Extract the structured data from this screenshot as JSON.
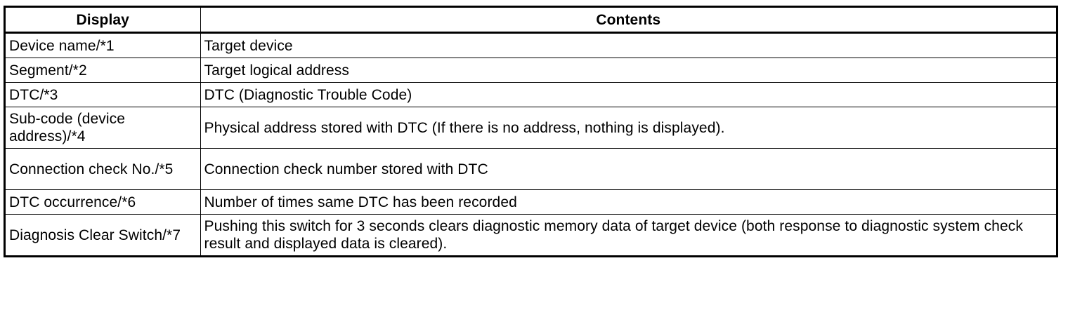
{
  "table": {
    "headers": [
      "Display",
      "Contents"
    ],
    "rows": [
      {
        "display": "Device name/*1",
        "contents": "Target device",
        "size": "single"
      },
      {
        "display": "Segment/*2",
        "contents": "Target logical address",
        "size": "single"
      },
      {
        "display": "DTC/*3",
        "contents": "DTC (Diagnostic Trouble Code)",
        "size": "single"
      },
      {
        "display": "Sub-code (device address)/*4",
        "contents": "Physical address stored with DTC (If there is no address, nothing is displayed).",
        "size": "double"
      },
      {
        "display": "Connection check No./*5",
        "contents": "Connection check number stored with DTC",
        "size": "double"
      },
      {
        "display": "DTC occurrence/*6",
        "contents": "Number of times same DTC has been recorded",
        "size": "single"
      },
      {
        "display": "Diagnosis Clear Switch/*7",
        "contents": "Pushing this switch for 3 seconds clears diagnostic memory data of target device (both response to diagnostic system check result and displayed data is cleared).",
        "size": "double"
      }
    ]
  }
}
